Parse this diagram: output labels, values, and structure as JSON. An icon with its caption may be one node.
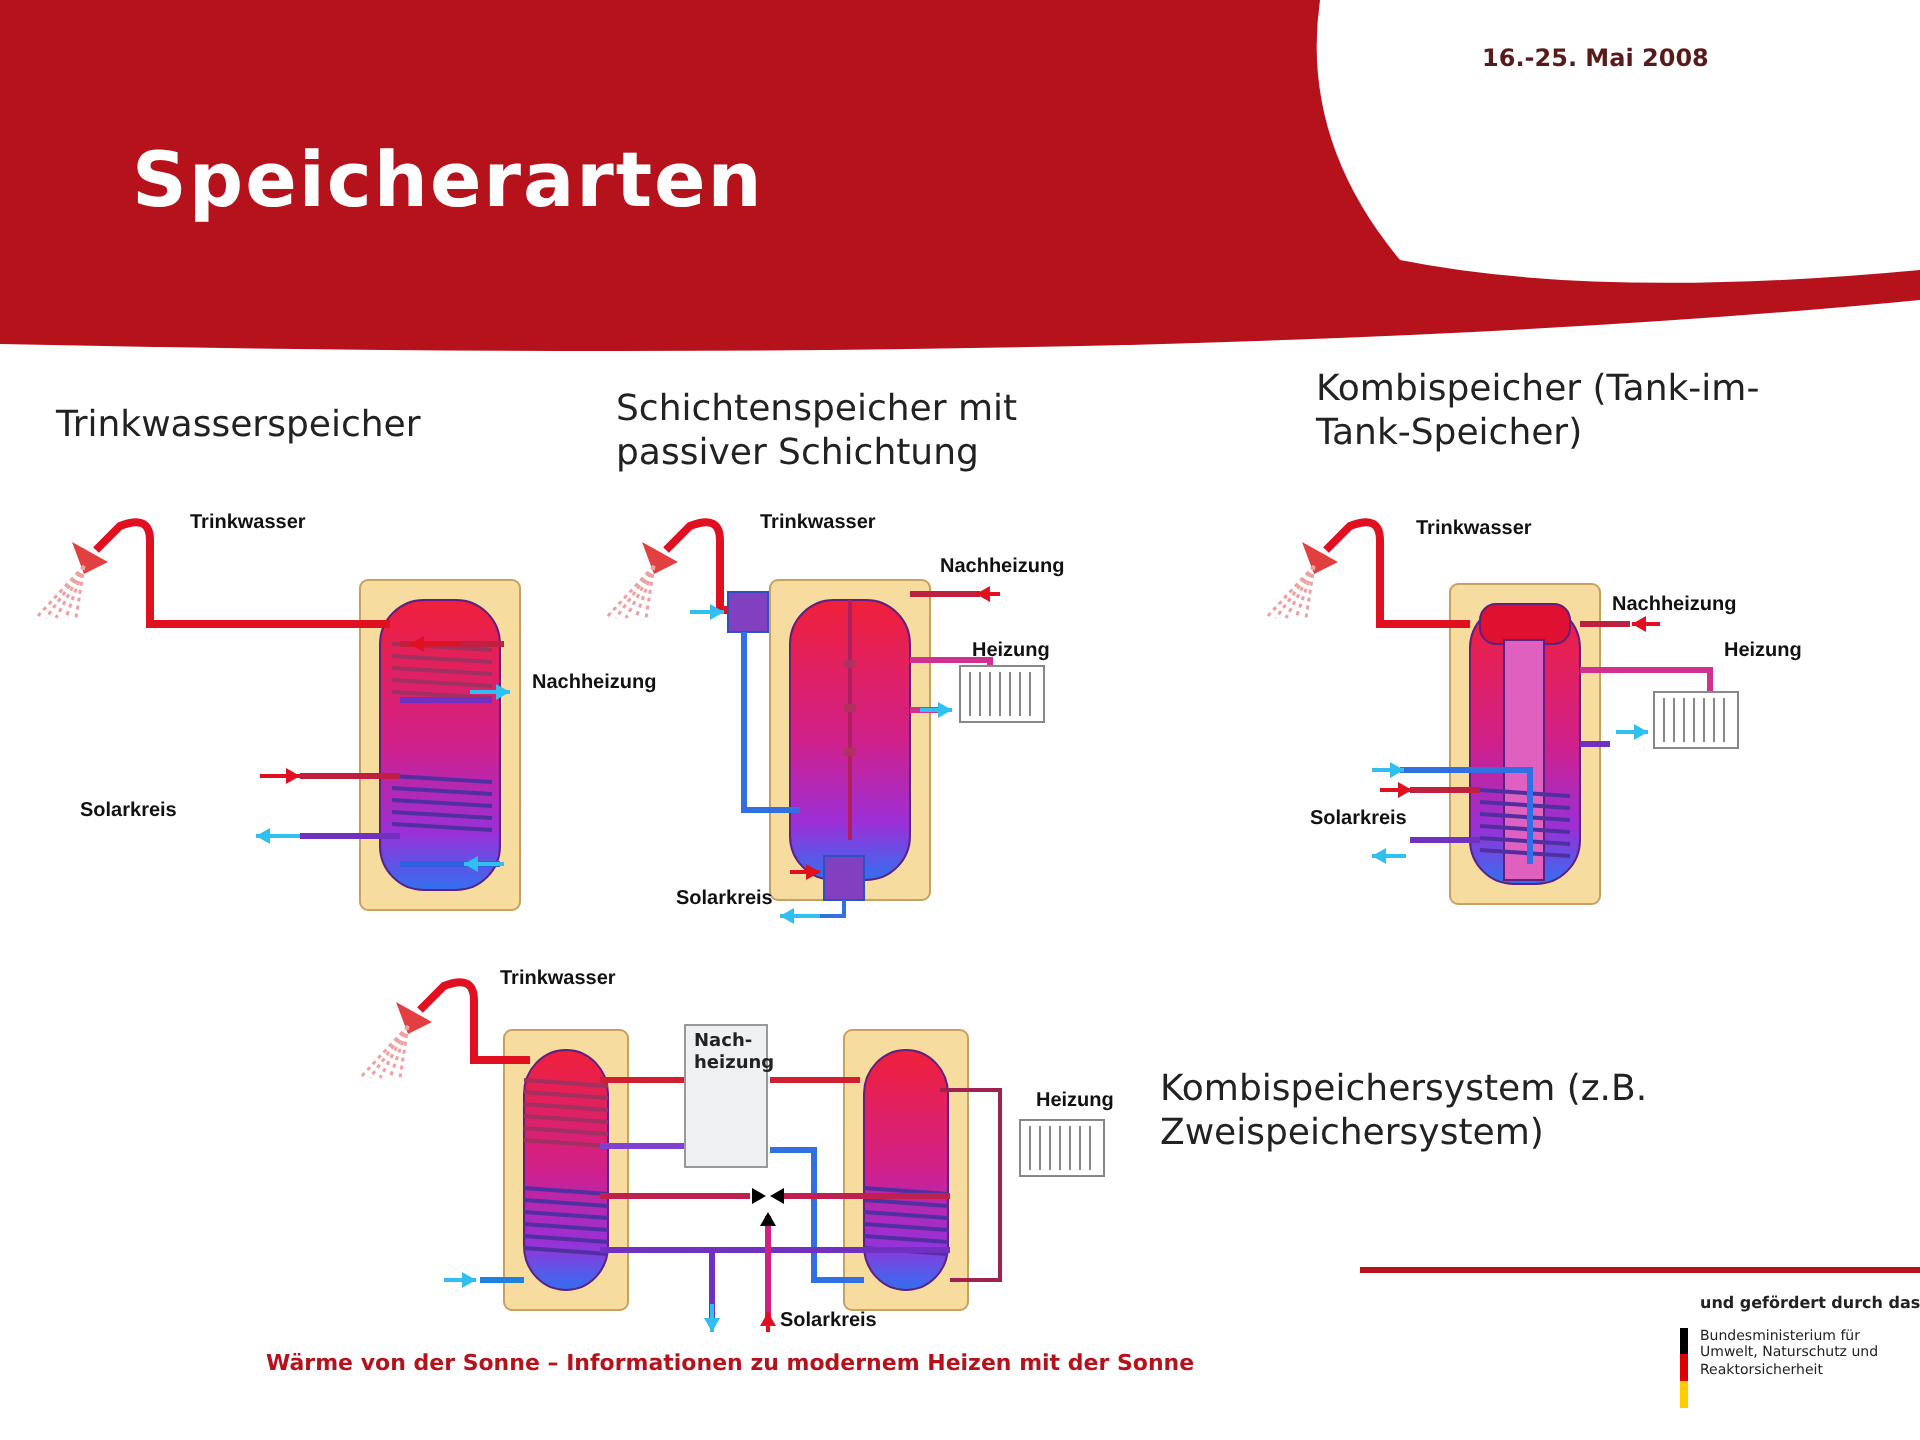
{
  "diagram": {
    "title": "Speicherarten",
    "nodes": [
      {
        "text": [
          "Nach- heizung"
        ]
      }
    ],
    "labels": [
      "16.-25. Mai 2008",
      "Kombispeicher (Tank-im-Tank-Speicher)",
      "Schichtenspeicher mit passiver Schichtung",
      "Trinkwasserspeicher",
      "Trinkwasser",
      "Nachheizung",
      "Solarkreis",
      "Trinkwasser",
      "Nachheizung",
      "Heizung",
      "Solarkreis",
      "Trinkwasser",
      "Nachheizung",
      "Heizung",
      "Solarkreis",
      "Trinkwasser",
      "Heizung",
      "Solarkreis",
      "Kombispeichersystem (z.B. Zweispeichersystem)",
      "Wärme von der Sonne – Informationen zu modernem Heizen mit der Sonne",
      "und gefördert durch das",
      "Bundesministerium für Umwelt, Naturschutz und Reaktorsicherheit"
    ]
  }
}
